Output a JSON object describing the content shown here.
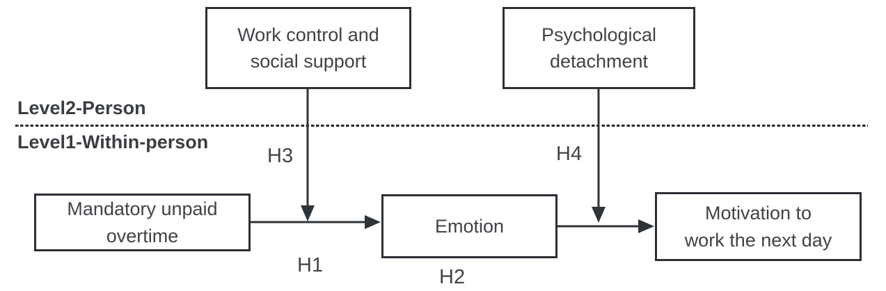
{
  "diagram": {
    "levels": {
      "level2_label": "Level2-Person",
      "level1_label": "Level1-Within-person"
    },
    "boxes": {
      "work_control": {
        "label": "Work control and social support",
        "lines": [
          "Work control and",
          "social support"
        ]
      },
      "psychological_detachment": {
        "label": "Psychological detachment",
        "lines": [
          "Psychological",
          "detachment"
        ]
      },
      "mandatory_overtime": {
        "label": "Mandatory unpaid overtime",
        "lines": [
          "Mandatory unpaid",
          "overtime"
        ]
      },
      "emotion": {
        "label": "Emotion",
        "lines": [
          "Emotion"
        ]
      },
      "motivation": {
        "label": "Motivation to work the next day",
        "lines": [
          "Motivation to",
          "work the next day"
        ]
      }
    },
    "hypotheses": {
      "h1": "H1",
      "h2": "H2",
      "h3": "H3",
      "h4": "H4"
    },
    "colors": {
      "background": "#ffffff",
      "box_border": "#2b3036",
      "text": "#3f4347",
      "arrow": "#2f3439"
    }
  }
}
